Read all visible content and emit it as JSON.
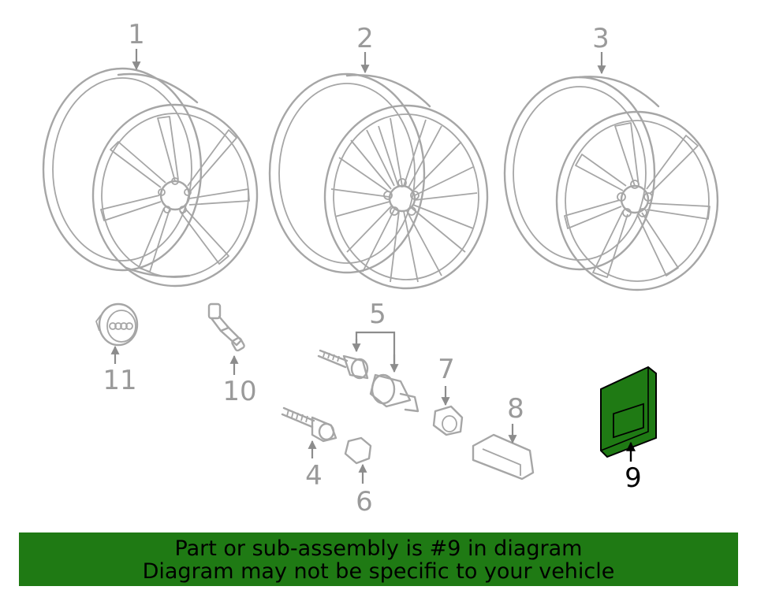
{
  "diagram": {
    "callouts": [
      "1",
      "2",
      "3",
      "4",
      "5",
      "6",
      "7",
      "8",
      "9",
      "10",
      "11"
    ],
    "highlighted_callout": "9",
    "highlight_color": "#1f7a14"
  },
  "banner": {
    "line1": "Part or sub-assembly is #9 in diagram",
    "line2": "Diagram may not be specific to your vehicle"
  }
}
